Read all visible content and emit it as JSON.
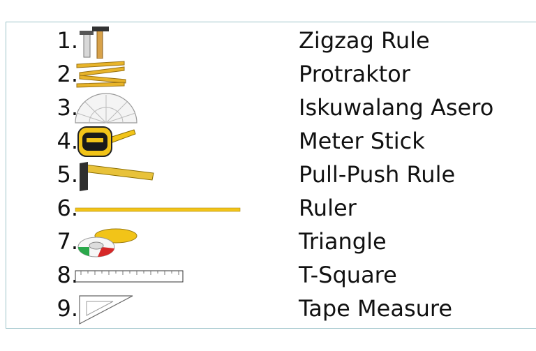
{
  "items": [
    {
      "number": "1.",
      "tool_icon": "try-square-and-hammer-icon",
      "label": "Zigzag Rule"
    },
    {
      "number": "2.",
      "tool_icon": "folding-zigzag-rule-icon",
      "label": "Protraktor"
    },
    {
      "number": "3.",
      "tool_icon": "protractor-icon",
      "label": "Iskuwalang Asero"
    },
    {
      "number": "4.",
      "tool_icon": "tape-measure-icon",
      "label": "Meter Stick"
    },
    {
      "number": "5.",
      "tool_icon": "steel-square-icon",
      "label": "Pull-Push Rule"
    },
    {
      "number": "6.",
      "tool_icon": "meter-stick-icon",
      "label": "Ruler"
    },
    {
      "number": "7.",
      "tool_icon": "cloth-tape-measure-icon",
      "label": "Triangle"
    },
    {
      "number": "8.",
      "tool_icon": "ruler-icon",
      "label": "T-Square"
    },
    {
      "number": "9.",
      "tool_icon": "triangle-set-square-icon",
      "label": "Tape Measure"
    }
  ],
  "colors": {
    "frame_border": "#9cc3c9",
    "wood_yellow": "#e8b429",
    "text": "#111111"
  }
}
